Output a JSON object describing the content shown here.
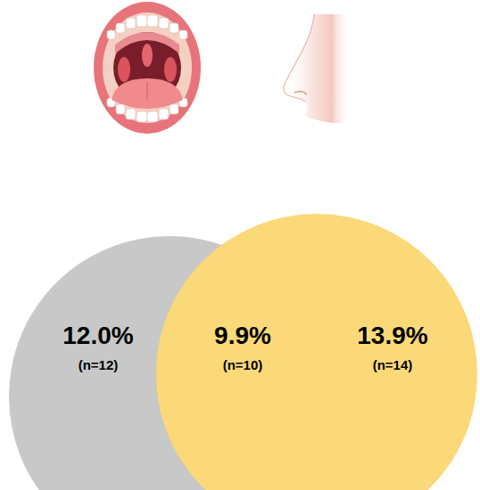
{
  "diagram": {
    "nodes": [
      {
        "text": [
          "12.0%",
          "(n=12)"
        ]
      },
      {
        "text": [
          "9.9%",
          "(n=10)"
        ]
      },
      {
        "text": [
          "13.9%",
          "(n=14)"
        ]
      }
    ]
  }
}
